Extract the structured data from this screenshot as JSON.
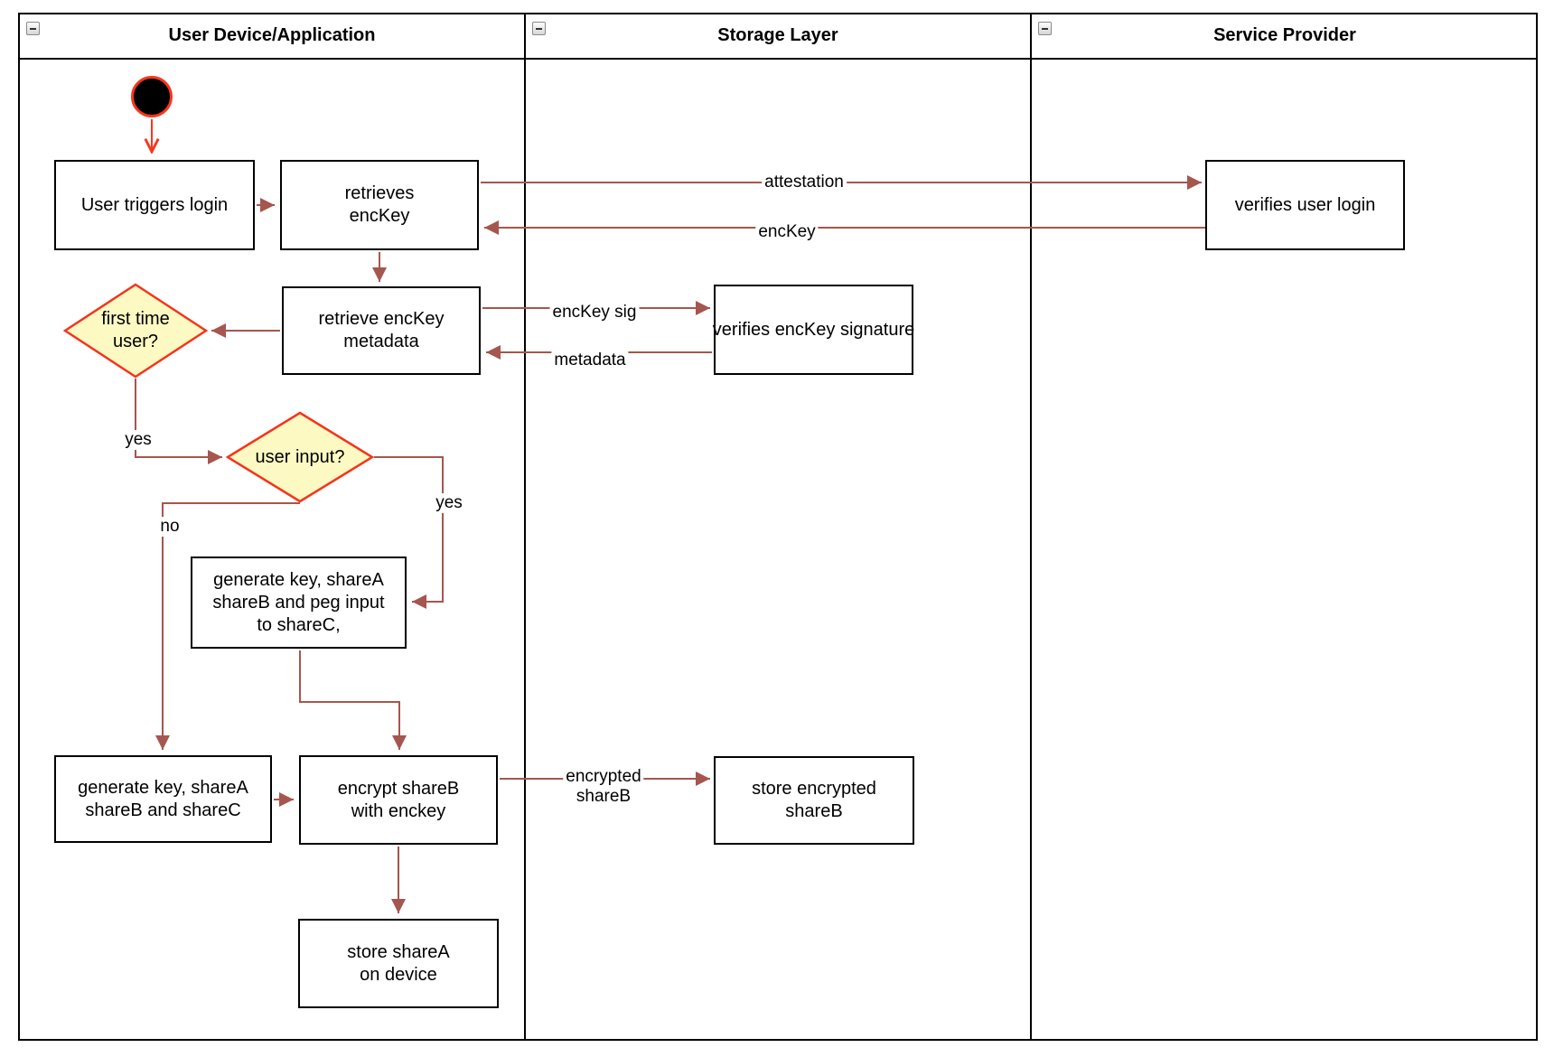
{
  "lanes": [
    {
      "title": "User Device/Application"
    },
    {
      "title": "Storage Layer"
    },
    {
      "title": "Service Provider"
    }
  ],
  "nodes": {
    "user_triggers_login": "User triggers login",
    "retrieves_enckey": "retrieves\nencKey",
    "verifies_user_login": "verifies user login",
    "retrieve_enckey_metadata": "retrieve encKey\nmetadata",
    "verifies_enckey_signature": "verifies encKey signature",
    "first_time_user": "first time\nuser?",
    "user_input": "user input?",
    "generate_key_peg": "generate key, shareA\nshareB and peg input\nto shareC,",
    "generate_key_abc": "generate key, shareA\nshareB and shareC",
    "encrypt_shareb": "encrypt shareB\nwith enckey",
    "store_encrypted_shareb": "store encrypted\nshareB",
    "store_sharea": "store shareA\non device"
  },
  "edge_labels": {
    "attestation": "attestation",
    "enckey": "encKey",
    "enckey_sig": "encKey sig",
    "metadata": "metadata",
    "yes_first_time": "yes",
    "yes_user_input": "yes",
    "no_user_input": "no",
    "encrypted_shareb": "encrypted\nshareB"
  },
  "colors": {
    "arrow": "#A5564E",
    "start": "#F8361E",
    "diamond_border": "#F5351C",
    "diamond_fill": "#FCF9C3",
    "line": "#000000"
  }
}
